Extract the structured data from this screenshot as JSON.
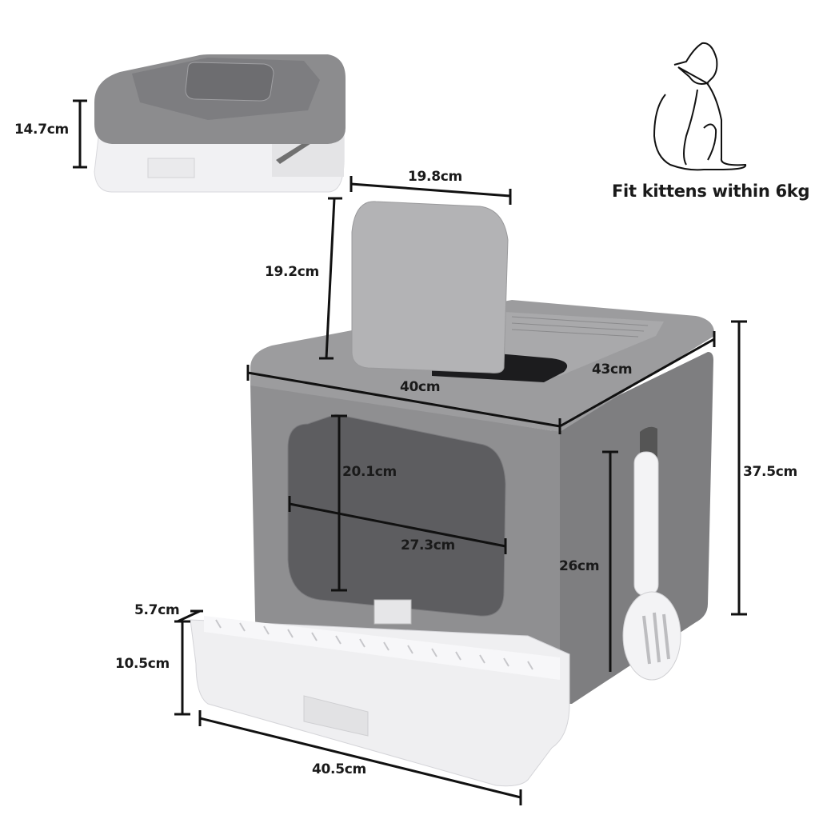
{
  "caption": "Fit kittens within 6kg",
  "colors": {
    "body_gray": "#8f8f8f",
    "top_gray": "#9a9a9a",
    "window_dark": "#5f5f62",
    "drawer_white": "#f0f0f2",
    "line_black": "#111111"
  },
  "icons": {
    "cat": "cat-outline-icon"
  },
  "folded_view": {
    "height": "14.7cm"
  },
  "dimensions": {
    "lid_width": "19.8cm",
    "lid_height": "19.2cm",
    "top_width": "40cm",
    "depth": "43cm",
    "total_height": "37.5cm",
    "door_height": "20.1cm",
    "door_width": "27.3cm",
    "side_height": "26cm",
    "drawer_lip": "5.7cm",
    "drawer_height": "10.5cm",
    "drawer_width": "40.5cm"
  }
}
